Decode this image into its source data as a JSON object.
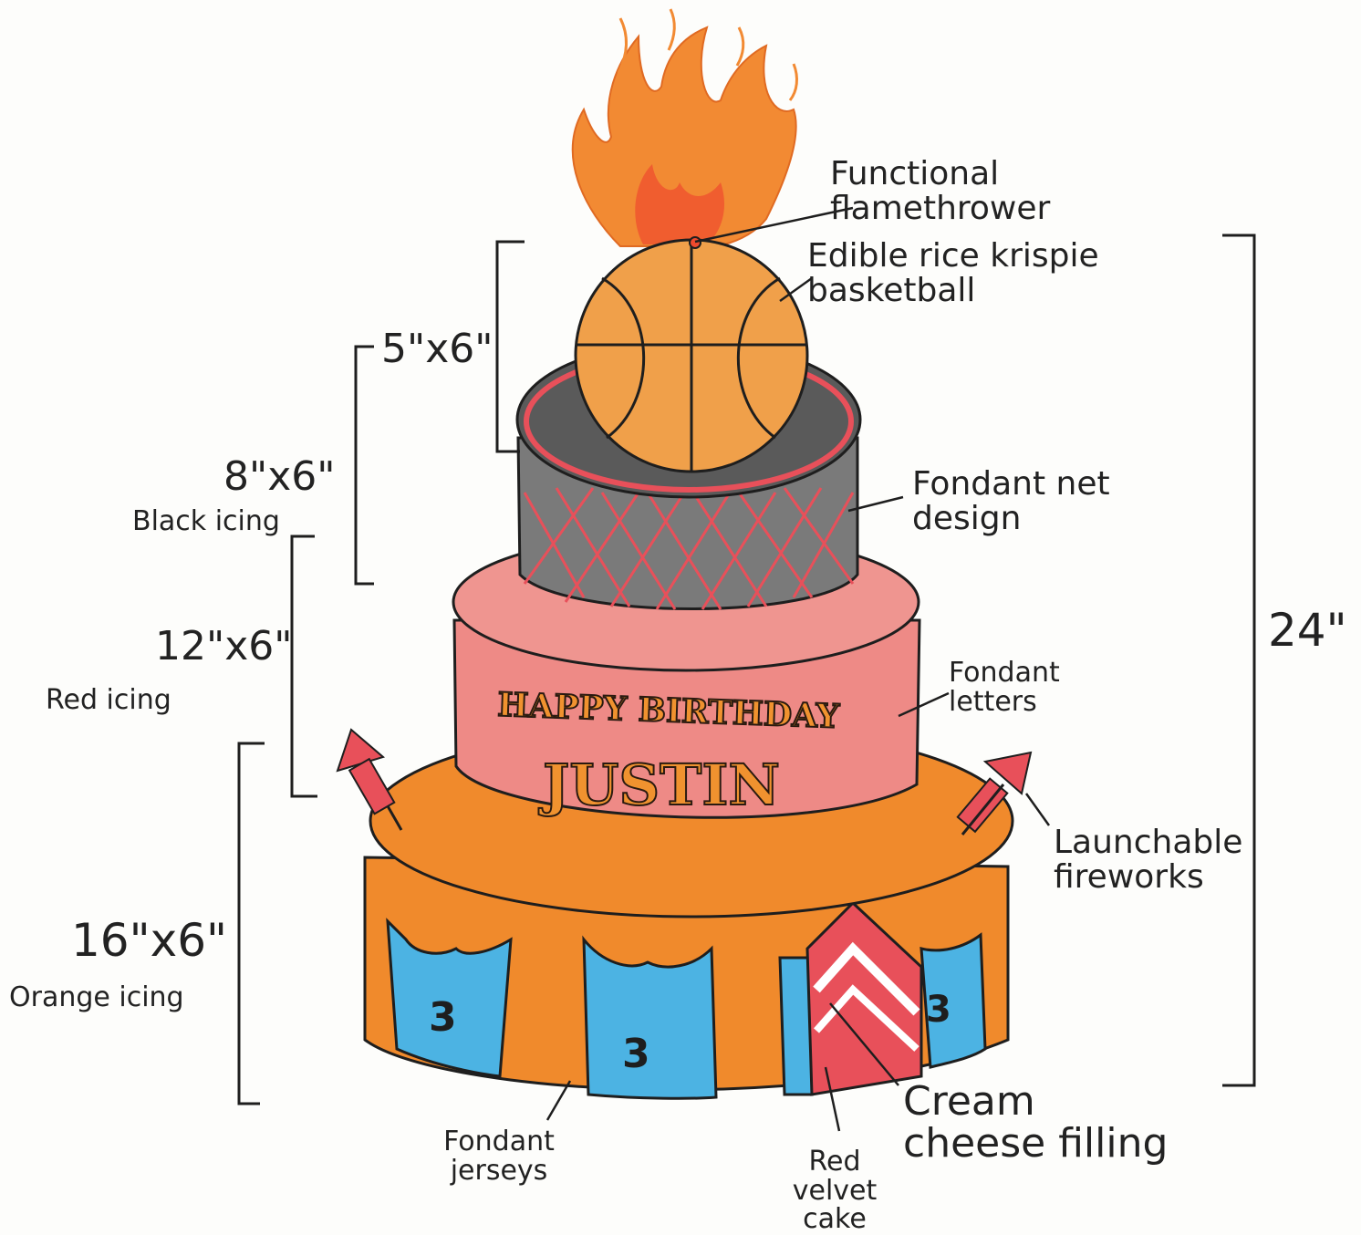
{
  "labels": {
    "flamethrower": "Functional flamethrower",
    "basketball": "Edible rice krispie basketball",
    "net": "Fondant net design",
    "letters": "Fondant letters",
    "fireworks": "Launchable fireworks",
    "filling": "Cream cheese filling",
    "red_velvet": "Red velvet cake",
    "jerseys": "Fondant jerseys"
  },
  "tiers": {
    "top": {
      "size": "5\"x6\""
    },
    "second": {
      "size": "8\"x6\"",
      "icing": "Black icing"
    },
    "third": {
      "size": "12\"x6\"",
      "icing": "Red icing"
    },
    "bottom": {
      "size": "16\"x6\"",
      "icing": "Orange icing"
    }
  },
  "total_height": "24\"",
  "cake_text": {
    "line1": "HAPPY BIRTHDAY",
    "line2": "JUSTIN"
  },
  "jersey_number": "3",
  "colors": {
    "flame": "#f2862e",
    "basketball": "#f0a04a",
    "black_tier": "#6b6b6b",
    "red_tier": "#ee8a86",
    "orange_tier": "#f08a2c",
    "jersey_blue": "#4cb3e3",
    "firework": "#e8505a",
    "ink": "#1e1e1e"
  }
}
